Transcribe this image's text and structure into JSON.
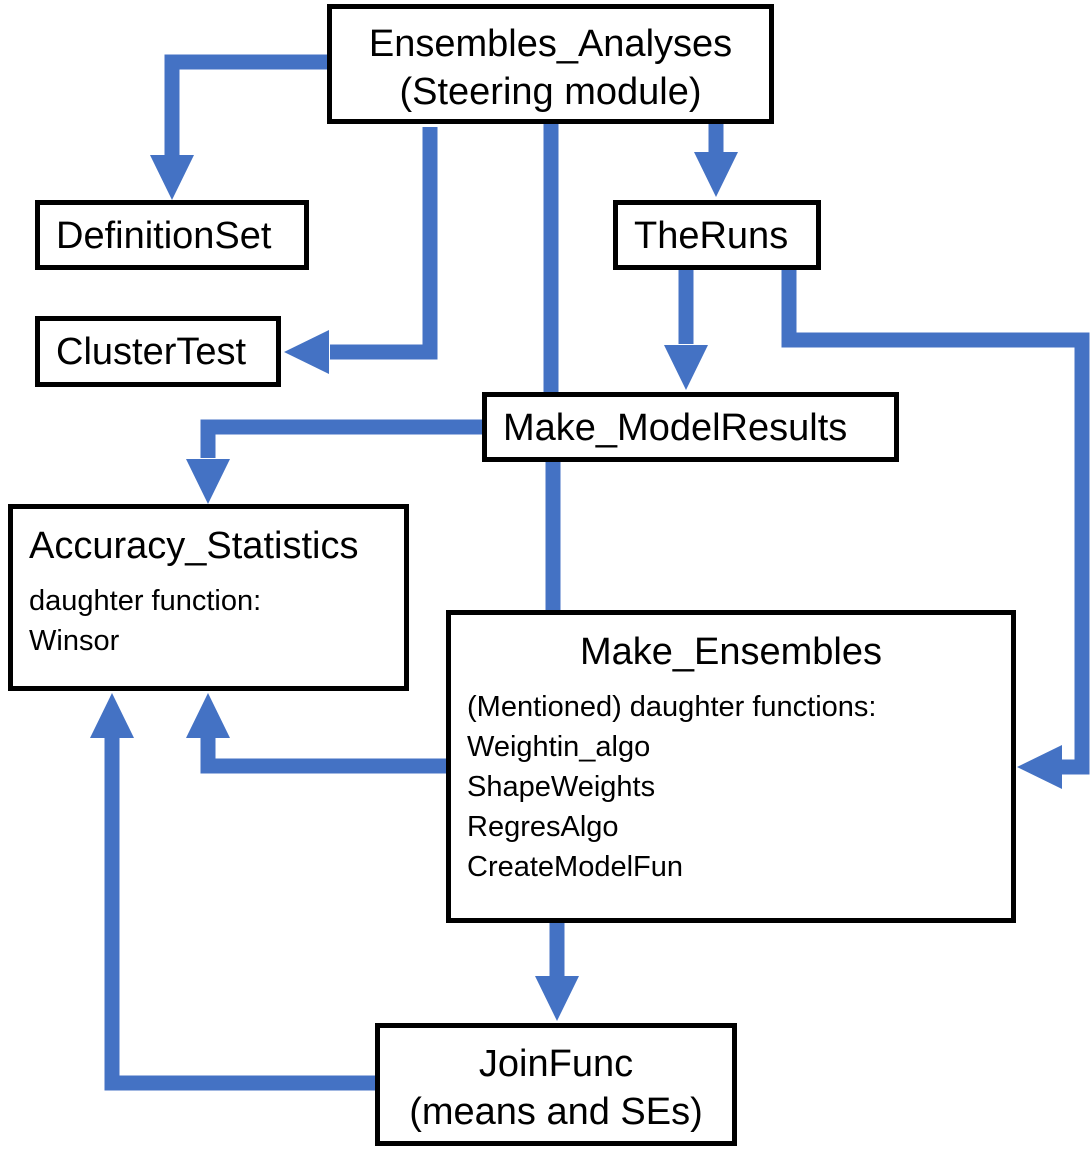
{
  "colors": {
    "connector": "#4472C4",
    "box_border": "#000000",
    "box_fill": "#FFFFFF",
    "text": "#000000"
  },
  "nodes": {
    "ensembles_analyses": {
      "title": "Ensembles_Analyses",
      "subtitle": "(Steering module)"
    },
    "definitionset": {
      "title": "DefinitionSet"
    },
    "theruns": {
      "title": "TheRuns"
    },
    "clustertest": {
      "title": "ClusterTest"
    },
    "make_modelresults": {
      "title": "Make_ModelResults"
    },
    "accuracy_statistics": {
      "title": "Accuracy_Statistics",
      "lines": [
        "daughter function:",
        "Winsor"
      ]
    },
    "make_ensembles": {
      "title": "Make_Ensembles",
      "lines": [
        "(Mentioned) daughter functions:",
        "Weightin_algo",
        "ShapeWeights",
        "RegresAlgo",
        "CreateModelFun"
      ]
    },
    "joinfunc": {
      "title": "JoinFunc",
      "subtitle": "(means and SEs)"
    }
  },
  "edges": [
    {
      "from": "ensembles_analyses",
      "to": "definitionset",
      "arrow": true
    },
    {
      "from": "ensembles_analyses",
      "to": "clustertest",
      "arrow": true
    },
    {
      "from": "ensembles_analyses",
      "to": "theruns",
      "arrow": true
    },
    {
      "from": "ensembles_analyses",
      "to": "make_modelresults",
      "arrow": false
    },
    {
      "from": "theruns",
      "to": "make_modelresults",
      "arrow": true
    },
    {
      "from": "theruns",
      "to": "make_ensembles",
      "arrow": true
    },
    {
      "from": "make_modelresults",
      "to": "accuracy_statistics",
      "arrow": true
    },
    {
      "from": "make_modelresults",
      "to": "make_ensembles",
      "arrow": false
    },
    {
      "from": "make_ensembles",
      "to": "accuracy_statistics",
      "arrow": true
    },
    {
      "from": "make_ensembles",
      "to": "joinfunc",
      "arrow": true
    },
    {
      "from": "joinfunc",
      "to": "accuracy_statistics",
      "arrow": true
    }
  ]
}
